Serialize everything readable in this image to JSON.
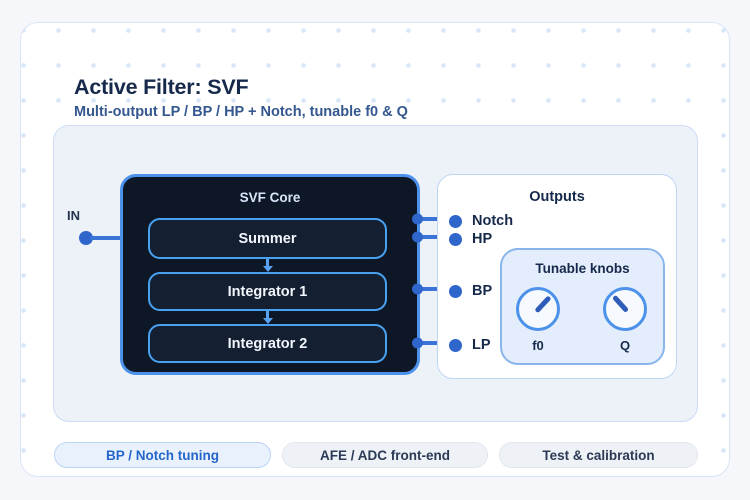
{
  "header": {
    "title": "Active Filter: SVF",
    "subtitle": "Multi-output LP / BP / HP + Notch, tunable f0 & Q"
  },
  "diagram": {
    "input_label": "IN",
    "core": {
      "title": "SVF Core",
      "blocks": [
        "Summer",
        "Integrator 1",
        "Integrator 2"
      ]
    },
    "outputs": {
      "title": "Outputs",
      "labels": [
        "Notch",
        "HP",
        "BP",
        "LP"
      ]
    },
    "knobs": {
      "title": "Tunable knobs",
      "items": [
        {
          "label": "f0",
          "angle_deg": -47
        },
        {
          "label": "Q",
          "angle_deg": -132
        }
      ]
    }
  },
  "tabs": [
    {
      "label": "BP / Notch tuning",
      "active": true
    },
    {
      "label": "AFE / ADC front-end",
      "active": false
    },
    {
      "label": "Test & calibration",
      "active": false
    }
  ],
  "colors": {
    "page_bg": "#f5f7fa",
    "card_bg": "#ffffff",
    "panel_bg": "#edf2f9",
    "core_bg": "#0e1726",
    "core_border": "#4c92ea",
    "block_bg": "#141f31",
    "block_border": "#49a2f1",
    "node_dot": "#2e66cc",
    "wire": "#3b74d9",
    "needle": "#2f5cb8",
    "heading_text": "#16294b",
    "subtitle_text": "#33578e",
    "active_tab_text": "#2566cb"
  }
}
